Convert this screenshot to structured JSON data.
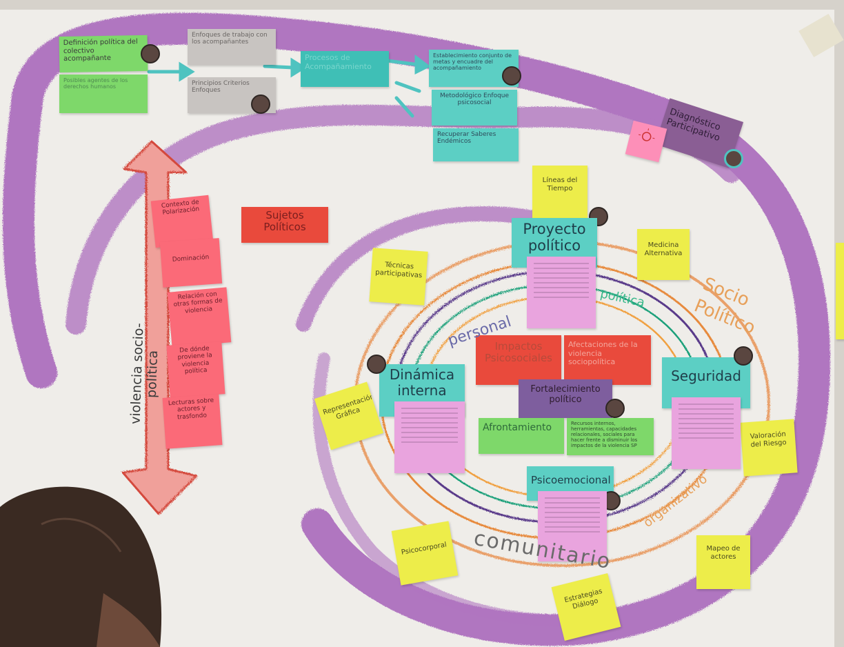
{
  "poster": {
    "top_flow": {
      "green_title": "Definición política del colectivo acompañante",
      "green_sub": "Posibles agentes de los derechos humanos",
      "gray1": "Enfoques de trabajo con los acompañantes",
      "gray2": "Principios Criterios Enfoques",
      "teal_main": "Procesos de Acompañamiento",
      "teal_right": "Establecimiento conjunto de metas y encuadre del acompañamiento",
      "teal_mid": "Metodológico Enfoque psicosocial",
      "teal_bottom": "Recuperar Saberes Endémicos"
    },
    "diagnostic": "Diagnóstico Participativo",
    "sujetos": "Sujetos Políticos",
    "axis_label": "violencia socio-política",
    "pink_notes": [
      "Contexto de Polarización",
      "Dominación",
      "Relación con otras formas de violencia",
      "De dónde proviene la violencia política",
      "Lecturas sobre actores y trasfondo"
    ],
    "yellow_notes": {
      "lineas": "Líneas del Tiempo",
      "medicina": "Medicina Alternativa",
      "tecnicas": "Técnicas participativas",
      "representacion": "Representación Gráfica",
      "valoracion": "Valoración del Riesgo",
      "psicocorporal": "Psicocorporal",
      "mapeo": "Mapeo de actores",
      "estrategias": "Estrategias Diálogo"
    },
    "dimensions": {
      "proyecto": "Proyecto político",
      "dinamica": "Dinámica interna",
      "seguridad": "Seguridad",
      "psicoemocional": "Psicoemocional"
    },
    "center": {
      "impactos": "Impactos Psicosociales",
      "afectaciones": "Afectaciones de la violencia sociopolítica",
      "fortalecimiento": "Fortalecimiento político",
      "afrontamiento": "Afrontamiento",
      "recursos": "Recursos internos, herramientas, capacidades relacionales, sociales para hacer frente a disminuir los impactos de la violencia SP"
    },
    "ring_labels": {
      "personal": "personal",
      "politica": "política",
      "socio_politico": "Socio Político",
      "comunitario": "comunitario",
      "organizativo": "organizativo"
    },
    "colors": {
      "purple_chalk": "#9b4fb3",
      "green": "#7ed86a",
      "teal": "#5ccfc4",
      "red": "#e94a3c",
      "pink": "#fb6a78",
      "yellow": "#eded4a",
      "lilac": "#e9a4de"
    }
  }
}
